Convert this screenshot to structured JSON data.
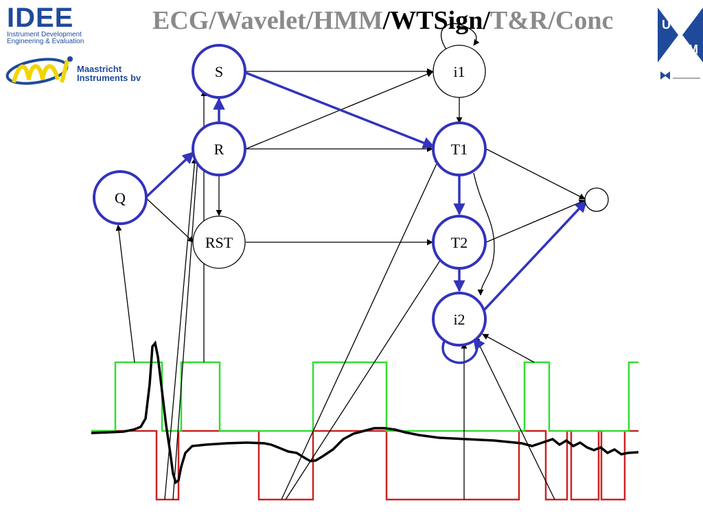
{
  "header": {
    "title_part1": "ECG/Wavelet/HMM",
    "title_part2": "/WTSign/",
    "title_part3": "T&R/Conc"
  },
  "logos": {
    "idee_word": "IDEE",
    "idee_subtitle_line1": "Instrument Development",
    "idee_subtitle_line2": "Engineering & Evaluation",
    "mi_line1": "Maastricht",
    "mi_line2": "Instruments bv",
    "um_letters": [
      "U",
      "M"
    ]
  },
  "diagram": {
    "nodes": [
      {
        "id": "S",
        "label": "S",
        "highlighted": true
      },
      {
        "id": "R",
        "label": "R",
        "highlighted": true
      },
      {
        "id": "Q",
        "label": "Q",
        "highlighted": true
      },
      {
        "id": "RST",
        "label": "RST",
        "highlighted": false
      },
      {
        "id": "i1",
        "label": "i1",
        "highlighted": false
      },
      {
        "id": "T1",
        "label": "T1",
        "highlighted": true
      },
      {
        "id": "T2",
        "label": "T2",
        "highlighted": true
      },
      {
        "id": "i2",
        "label": "i2",
        "highlighted": true
      },
      {
        "id": "end",
        "label": "",
        "highlighted": false
      }
    ],
    "highlighted_path": [
      "Q",
      "R",
      "S",
      "T1",
      "T2",
      "i2",
      "end"
    ],
    "colors": {
      "highlight": "#3333bb",
      "ecg_trace": "#000000",
      "green_signal": "#33dd33",
      "red_signal": "#cc2222"
    }
  }
}
